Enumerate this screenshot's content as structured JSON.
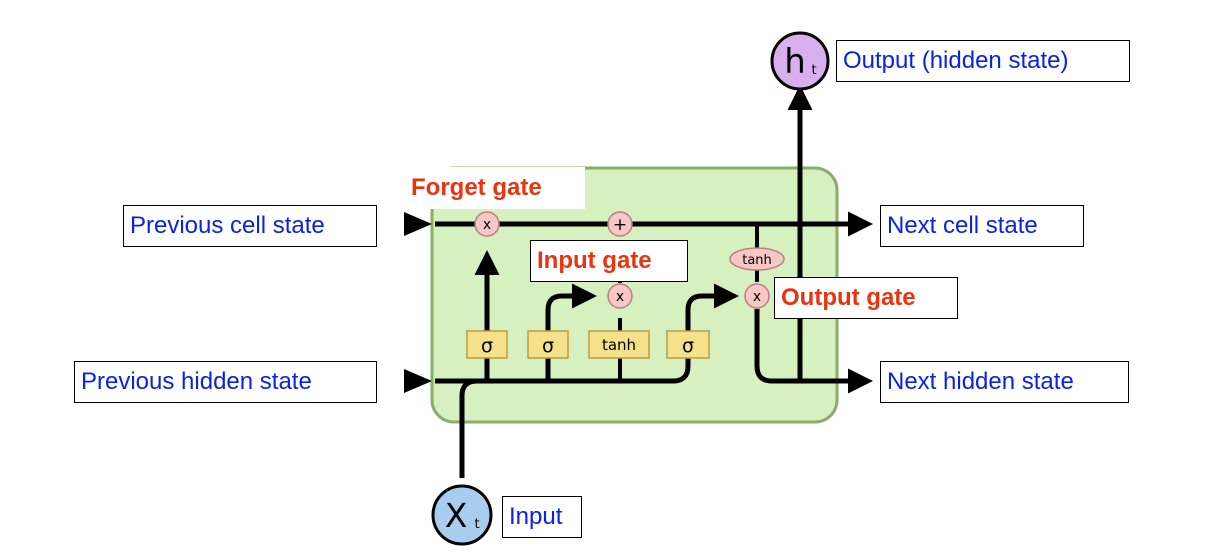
{
  "colors": {
    "cell_fill": "#d6f0bf",
    "cell_border": "#88ae6a",
    "op_fill": "#f7c7c7",
    "op_border": "#b88080",
    "gate_fill": "#f6e08a",
    "gate_border": "#b89e3e",
    "hidden_node_fill": "#d9b0ee",
    "input_node_fill": "#a9cdee",
    "label_blue": "#0a22e6",
    "label_red": "#e8340f"
  },
  "labels": {
    "output_hidden_state": "Output (hidden state)",
    "previous_cell_state": "Previous cell state",
    "next_cell_state": "Next cell state",
    "previous_hidden_state": "Previous hidden state",
    "next_hidden_state": "Next hidden state",
    "input": "Input",
    "forget_gate": "Forget gate",
    "input_gate": "Input gate",
    "output_gate": "Output gate"
  },
  "nodes": {
    "hidden_output_main": "h",
    "hidden_output_sub": "t",
    "input_main": "X",
    "input_sub": "t"
  },
  "operations": {
    "forget_multiply": "x",
    "cell_add": "+",
    "input_multiply": "x",
    "output_multiply": "x",
    "cell_tanh": "tanh"
  },
  "gates": {
    "sigma_forget": "σ",
    "sigma_input": "σ",
    "tanh_candidate": "tanh",
    "sigma_output": "σ"
  }
}
